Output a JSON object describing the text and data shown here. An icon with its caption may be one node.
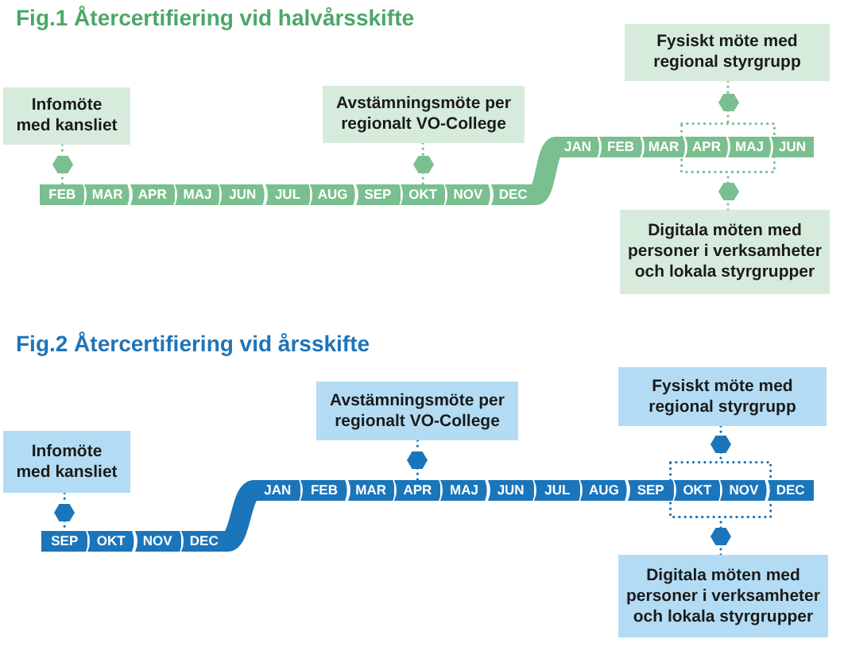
{
  "diagram": {
    "nodes": [
      {
        "text": [
          "Infomöte med kansliet"
        ]
      },
      {
        "text": [
          "Avstämningsmöte per regionalt VO-College"
        ]
      },
      {
        "text": [
          "Fysiskt möte med regional styrgrupp"
        ]
      },
      {
        "text": [],
        "shape": "hexagon"
      },
      {
        "text": [],
        "shape": "hexagon"
      },
      {
        "text": [],
        "shape": "hexagon"
      },
      {
        "text": [
          "FEB"
        ]
      },
      {
        "text": [
          "MAR"
        ]
      },
      {
        "text": [
          "APR"
        ]
      },
      {
        "text": [
          "MAJ"
        ]
      },
      {
        "text": [
          "JUN"
        ]
      },
      {
        "text": [
          "JUL"
        ]
      },
      {
        "text": [
          "AUG"
        ]
      },
      {
        "text": [
          "SEP"
        ]
      },
      {
        "text": [
          "OKT"
        ]
      },
      {
        "text": [
          "NOV"
        ]
      },
      {
        "text": [
          "DEC"
        ]
      },
      {
        "text": [],
        "shape": "box"
      },
      {
        "text": [
          "JAN"
        ]
      },
      {
        "text": [
          "FEB"
        ]
      },
      {
        "text": [
          "MAR"
        ]
      },
      {
        "text": [
          "APR"
        ],
        "in": 17
      },
      {
        "text": [
          "MAJ"
        ],
        "in": 17
      },
      {
        "text": [
          "JUN"
        ]
      },
      {
        "text": [],
        "shape": "hexagon"
      },
      {
        "text": [
          "Digitala möten med personer i verksamheter och lokala styrgrupper"
        ]
      },
      {
        "text": [
          "Infomöte med kansliet"
        ]
      },
      {
        "text": [
          "Avstämningsmöte per regionalt VO-College"
        ]
      },
      {
        "text": [
          "Fysiskt möte med regional styrgrupp"
        ]
      },
      {
        "text": [],
        "shape": "hexagon"
      },
      {
        "text": [],
        "shape": "hexagon"
      },
      {
        "text": [],
        "shape": "hexagon"
      },
      {
        "text": [
          "SEP"
        ]
      },
      {
        "text": [
          "OKT"
        ]
      },
      {
        "text": [
          "NOV"
        ]
      },
      {
        "text": [
          "DEC"
        ]
      },
      {
        "text": [
          "JAN"
        ]
      },
      {
        "text": [
          "FEB"
        ]
      },
      {
        "text": [
          "MAR"
        ]
      },
      {
        "text": [
          "APR"
        ]
      },
      {
        "text": [
          "MAJ"
        ]
      },
      {
        "text": [
          "JUN"
        ]
      },
      {
        "text": [
          "JUL"
        ]
      },
      {
        "text": [
          "AUG"
        ]
      },
      {
        "text": [
          "SEP"
        ]
      },
      {
        "text": [],
        "shape": "box"
      },
      {
        "text": [
          "OKT"
        ],
        "in": 45
      },
      {
        "text": [
          "NOV"
        ],
        "in": 45
      },
      {
        "text": [
          "DEC"
        ]
      },
      {
        "text": [],
        "shape": "hexagon"
      },
      {
        "text": [
          "Digitala möten med personer i verksamheter och lokala styrgrupper"
        ]
      }
    ],
    "edges": [
      {
        "from": 0,
        "to": 3,
        "arrow": "none",
        "style": "dashed",
        "color": "#79bf8f"
      },
      {
        "from": 3,
        "to": 6,
        "arrow": "none",
        "style": "dashed",
        "color": "#79bf8f"
      },
      {
        "from": 1,
        "to": 4,
        "arrow": "none",
        "style": "dashed",
        "color": "#79bf8f"
      },
      {
        "from": 4,
        "to": 14,
        "arrow": "none",
        "style": "dashed",
        "color": "#79bf8f"
      },
      {
        "from": 2,
        "to": 5,
        "arrow": "none",
        "style": "dashed",
        "color": "#79bf8f"
      },
      {
        "from": 5,
        "to": 17,
        "arrow": "none",
        "style": "dashed",
        "color": "#79bf8f"
      },
      {
        "from": 25,
        "to": 24,
        "arrow": "none",
        "style": "dashed",
        "color": "#79bf8f"
      },
      {
        "from": 24,
        "to": 17,
        "arrow": "none",
        "style": "dashed",
        "color": "#79bf8f"
      },
      {
        "from": 16,
        "to": 18,
        "arrow": "none",
        "style": "thick",
        "color": "#79bf8f"
      },
      {
        "from": 26,
        "to": 29,
        "arrow": "none",
        "style": "dashed",
        "color": "#1b75bb"
      },
      {
        "from": 29,
        "to": 32,
        "arrow": "none",
        "style": "dashed",
        "color": "#1b75bb"
      },
      {
        "from": 27,
        "to": 30,
        "arrow": "none",
        "style": "dashed",
        "color": "#1b75bb"
      },
      {
        "from": 30,
        "to": 39,
        "arrow": "none",
        "style": "dashed",
        "color": "#1b75bb"
      },
      {
        "from": 28,
        "to": 31,
        "arrow": "none",
        "style": "dashed",
        "color": "#1b75bb"
      },
      {
        "from": 31,
        "to": 45,
        "arrow": "none",
        "style": "dashed",
        "color": "#1b75bb"
      },
      {
        "from": 50,
        "to": 49,
        "arrow": "none",
        "style": "dashed",
        "color": "#1b75bb"
      },
      {
        "from": 49,
        "to": 45,
        "arrow": "none",
        "style": "dashed",
        "color": "#1b75bb"
      },
      {
        "from": 35,
        "to": 36,
        "arrow": "none",
        "style": "thick",
        "color": "#1b75bb"
      }
    ],
    "labels": [
      "Fig.1 Återcertifiering vid halvårsskifte",
      "Fig.2 Återcertifiering vid årsskifte"
    ]
  }
}
